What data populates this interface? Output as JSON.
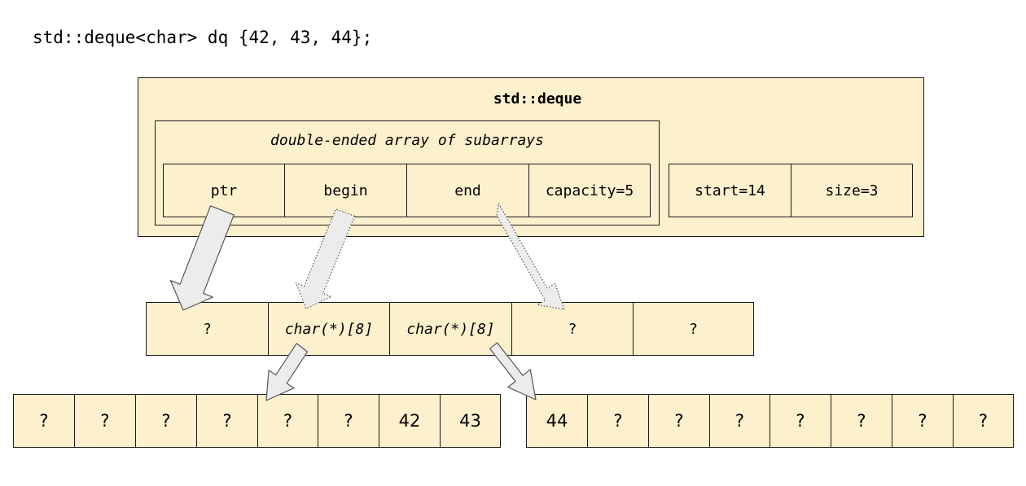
{
  "code_line": "std::deque<char> dq {42, 43, 44};",
  "deque_title": "std::deque",
  "inner_title": "double-ended array of subarrays",
  "inner_fields": [
    "ptr",
    "begin",
    "end",
    "capacity=5"
  ],
  "outer_fields": [
    "start=14",
    "size=3"
  ],
  "map_cells": [
    "?",
    "char(*)[8]",
    "char(*)[8]",
    "?",
    "?"
  ],
  "block_left": [
    "?",
    "?",
    "?",
    "?",
    "?",
    "?",
    "42",
    "43"
  ],
  "block_right": [
    "44",
    "?",
    "?",
    "?",
    "?",
    "?",
    "?",
    "?"
  ]
}
